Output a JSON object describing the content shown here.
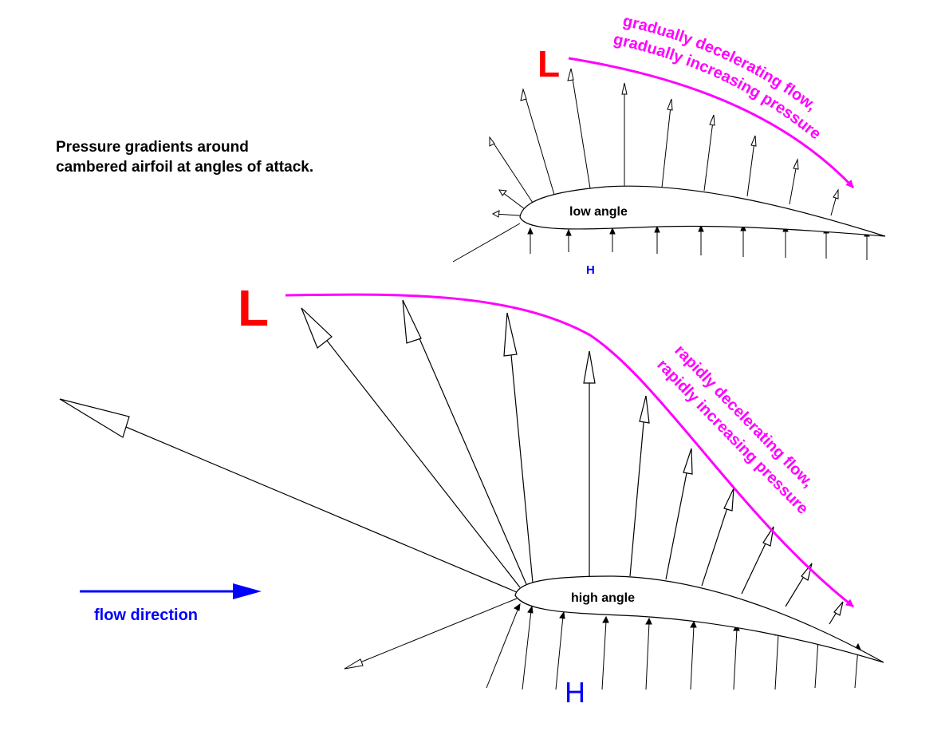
{
  "title": {
    "line1": "Pressure gradients around",
    "line2": "cambered airfoil at angles of attack."
  },
  "low_angle": {
    "foil_label": "low angle",
    "low_pressure_label": "L",
    "high_pressure_label": "H",
    "flow_line1": "gradually decelerating flow,",
    "flow_line2": "gradually increasing pressure"
  },
  "high_angle": {
    "foil_label": "high angle",
    "low_pressure_label": "L",
    "high_pressure_label": "H",
    "flow_line1": "rapidly decelerating flow,",
    "flow_line2": "rapidly increasing pressure"
  },
  "flow_direction": {
    "label": "flow direction"
  },
  "colors": {
    "low_pressure": "#ff0000",
    "high_pressure": "#0000ff",
    "gradient_curve": "#ff00ff",
    "flow_arrow": "#0000ff",
    "vectors": "#000000"
  }
}
